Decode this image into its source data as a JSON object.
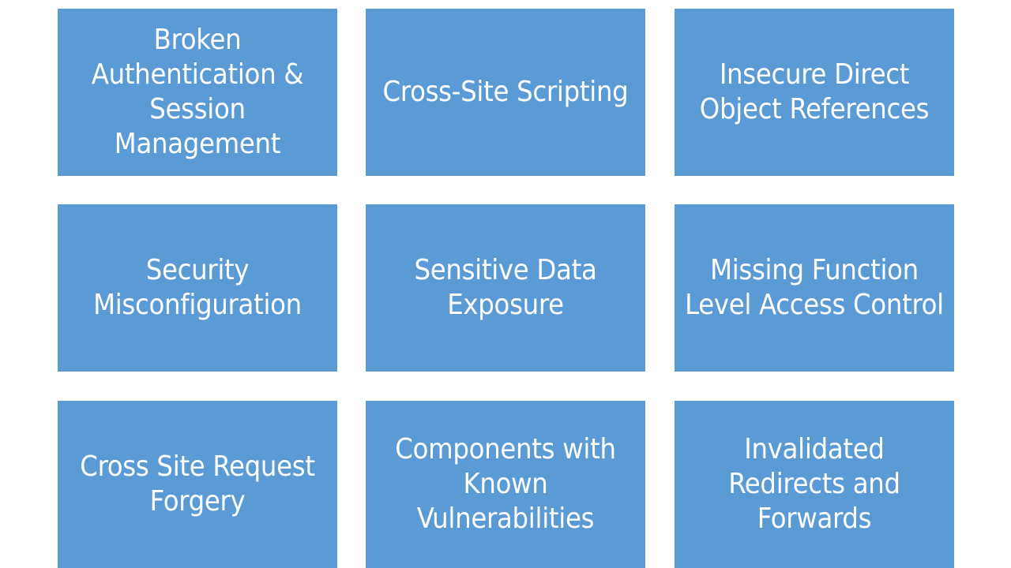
{
  "theme": {
    "tile_color": "#5b9bd5",
    "text_color": "#ffffff",
    "background": "#ffffff"
  },
  "tiles": [
    {
      "label": "Broken\nAuthentication &\nSession\nManagement"
    },
    {
      "label": "Cross-Site Scripting"
    },
    {
      "label": "Insecure Direct\nObject References"
    },
    {
      "label": "Security\nMisconfiguration"
    },
    {
      "label": "Sensitive Data\nExposure"
    },
    {
      "label": "Missing Function\nLevel Access Control"
    },
    {
      "label": "Cross Site Request\nForgery"
    },
    {
      "label": "Components with\nKnown\nVulnerabilities"
    },
    {
      "label": "Invalidated\nRedirects and\nForwards"
    }
  ]
}
